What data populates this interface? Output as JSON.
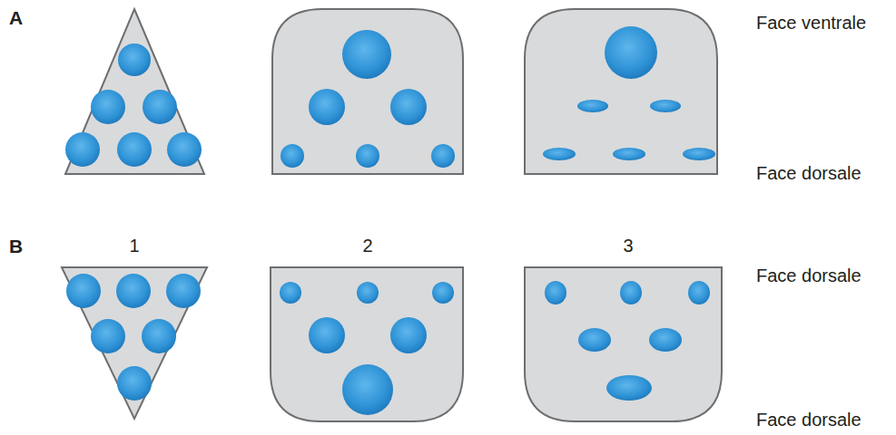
{
  "diagram": {
    "labels": [
      "A",
      "Face ventrale",
      "Face dorsale",
      "B",
      "1",
      "2",
      "3",
      "Face dorsale",
      "Face dorsale"
    ]
  }
}
